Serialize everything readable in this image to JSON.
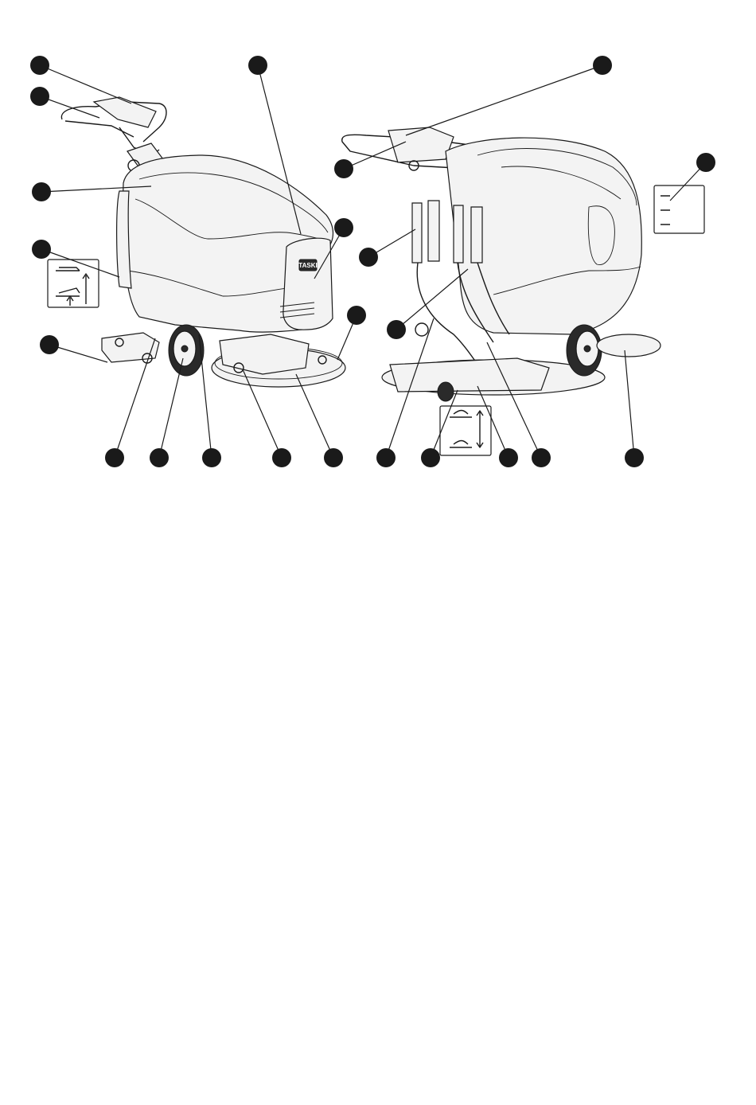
{
  "figure": {
    "views": [
      "left-front-view",
      "right-rear-view"
    ],
    "callout_count": 24,
    "brand_logo": "TASKI",
    "colors": {
      "line": "#1a1a1a",
      "callout": "#1a1a1a",
      "background": "#ffffff",
      "panel_fill": "#f3f3f3"
    },
    "icons": {
      "squeegee_lift_inset": "squeegee-raise-lower-icon",
      "brush_lift_inset": "brush-raise-lower-icon",
      "level_indicator_inset": "water-level-icon"
    }
  }
}
